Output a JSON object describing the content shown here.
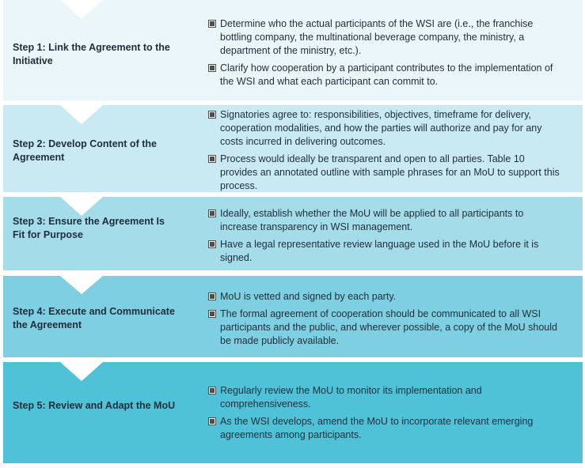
{
  "steps": [
    {
      "title": "Step 1: Link the Agreement to the Initiative",
      "bullets": [
        "Determine who the actual participants of the WSI are (i.e., the franchise bottling company, the multinational beverage company, the ministry, a department of the ministry, etc.).",
        "Clarify how cooperation by a participant contributes to the implementation of the WSI and what each participant can commit to."
      ]
    },
    {
      "title": "Step 2: Develop Content of the Agreement",
      "bullets": [
        "Signatories agree to: responsibilities, objectives, timeframe for delivery, cooperation modalities, and how the parties will authorize and pay for any costs incurred in delivering outcomes.",
        "Process would ideally be transparent and open to all parties. Table 10 provides an annotated outline with sample phrases for an MoU to support this process."
      ]
    },
    {
      "title_line1": "Step 3: Ensure the Agreement Is",
      "title_line2": "Fit for Purpose",
      "bullets": [
        "Ideally, establish whether the MoU will be applied to all participants to increase transparency in WSI management.",
        "Have a legal representative review language used in the MoU before it is signed."
      ]
    },
    {
      "title": "Step 4: Execute and Communicate the Agreement",
      "bullets": [
        "MoU is vetted and signed by each party.",
        "The formal agreement of cooperation should be communicated to all WSI participants and the public, and wherever possible, a copy of the MoU should be made publicly available."
      ]
    },
    {
      "title": "Step 5: Review and Adapt the MoU",
      "bullets": [
        "Regularly review the MoU to monitor its implementation and comprehensiveness.",
        "As the WSI develops, amend the MoU to incorporate relevant emerging agreements among participants."
      ]
    }
  ],
  "colors": {
    "step1": "#eaf6fa",
    "step2": "#c9eaf2",
    "step3": "#a4dce9",
    "step4": "#7dcfe1",
    "step5": "#4fc2d7",
    "text": "#1f2d3a",
    "bullet": "#4d4d4d"
  }
}
